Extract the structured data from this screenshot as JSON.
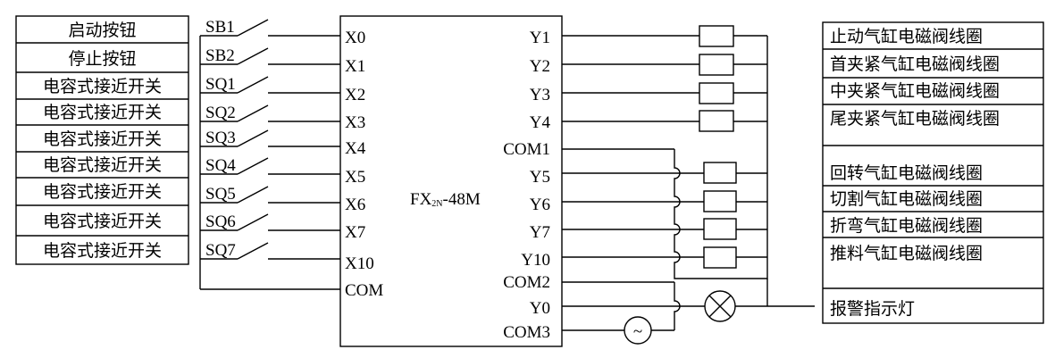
{
  "left_labels": [
    "启动按钮",
    "停止按钮",
    "电容式接近开关",
    "电容式接近开关",
    "电容式接近开关",
    "电容式接近开关",
    "电容式接近开关",
    "电容式接近开关",
    "电容式接近开关"
  ],
  "switches": [
    "SB1",
    "SB2",
    "SQ1",
    "SQ2",
    "SQ3",
    "SQ4",
    "SQ5",
    "SQ6",
    "SQ7"
  ],
  "inputs": [
    "X0",
    "X1",
    "X2",
    "X3",
    "X4",
    "X5",
    "X6",
    "X7",
    "X10",
    "COM"
  ],
  "plc_model": {
    "main": "FX",
    "sub": "2N",
    "suffix": "-48M"
  },
  "outputs": [
    "Y1",
    "Y2",
    "Y3",
    "Y4",
    "COM1",
    "Y5",
    "Y6",
    "Y7",
    "Y10",
    "COM2",
    "Y0",
    "COM3"
  ],
  "right_labels": [
    "止动气缸电磁阀线圈",
    "首夹紧气缸电磁阀线圈",
    "中夹紧气缸电磁阀线圈",
    "尾夹紧气缸电磁阀线圈",
    "回转气缸电磁阀线圈",
    "切割气缸电磁阀线圈",
    "折弯气缸电磁阀线圈",
    "推料气缸电磁阀线圈",
    "报警指示灯"
  ],
  "symbols": {
    "ac_source": "~"
  }
}
